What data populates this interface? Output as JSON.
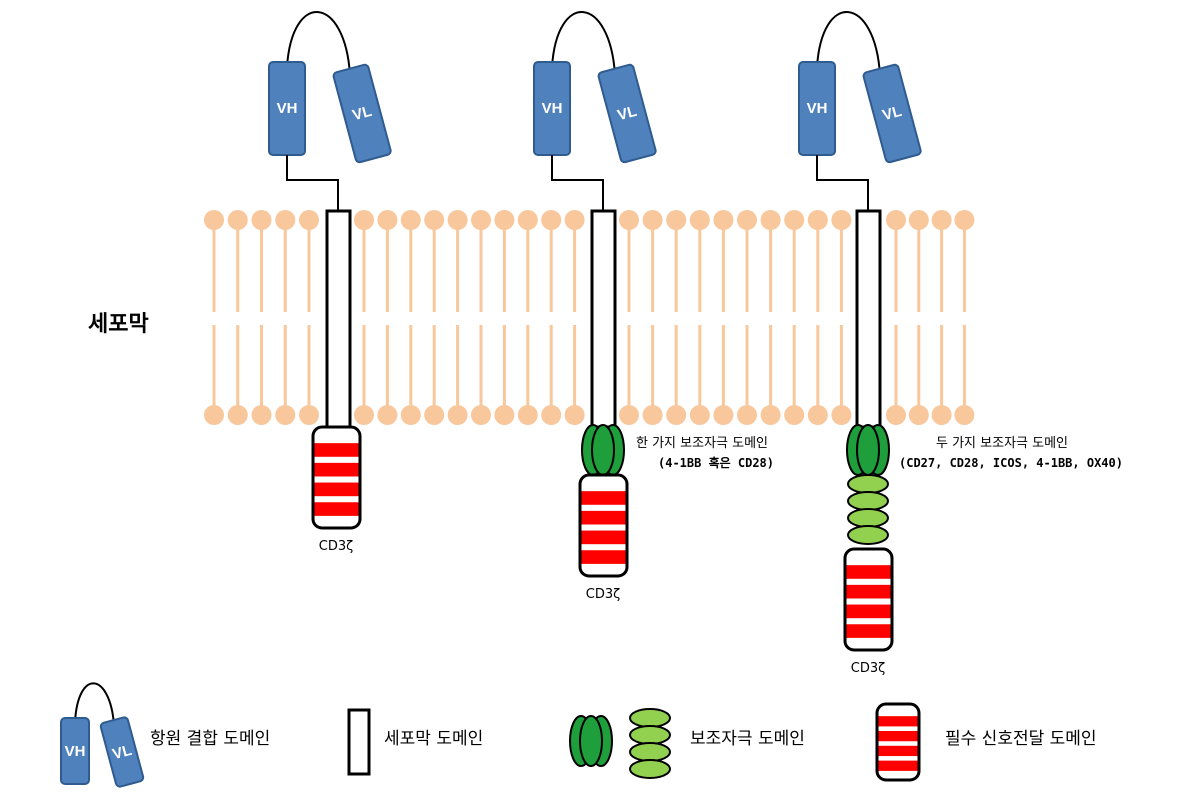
{
  "membrane_label": "세포막",
  "constructs": [
    {
      "vh": "VH",
      "vl": "VL",
      "signal_label": "CD3ζ",
      "costim_label": "",
      "costim_sub": ""
    },
    {
      "vh": "VH",
      "vl": "VL",
      "signal_label": "CD3ζ",
      "costim_label": "한 가지 보조자극 도메인",
      "costim_sub": "(4-1BB 혹은 CD28)"
    },
    {
      "vh": "VH",
      "vl": "VL",
      "signal_label": "CD3ζ",
      "costim_label": "두 가지 보조자극 도메인",
      "costim_sub": "(CD27, CD28, ICOS, 4-1BB, OX40)"
    }
  ],
  "legend": {
    "vh": "VH",
    "vl": "VL",
    "antigen_binding": "항원 결합 도메인",
    "transmembrane": "세포막 도메인",
    "costimulatory": "보조자극 도메인",
    "signaling": "필수 신호전달 도메인"
  },
  "colors": {
    "membrane": "#f9c79c",
    "scfv": "#4f81bd",
    "costim_dark": "#1f9e3c",
    "costim_light": "#92d050",
    "signal_red": "#ff0000"
  }
}
